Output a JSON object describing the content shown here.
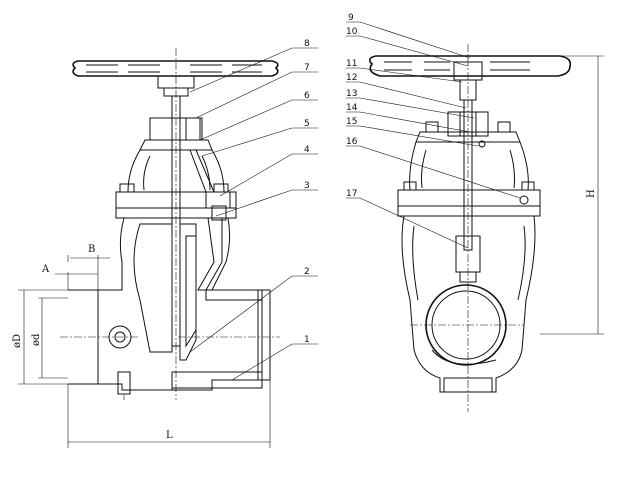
{
  "drawing": {
    "part_numbers": [
      "1",
      "2",
      "3",
      "4",
      "5",
      "6",
      "7",
      "8",
      "9",
      "10",
      "11",
      "12",
      "13",
      "14",
      "15",
      "16",
      "17"
    ],
    "dimensions": {
      "A": "A",
      "B": "B",
      "OD": "øD",
      "d": "ød",
      "L": "L",
      "H": "H"
    }
  }
}
